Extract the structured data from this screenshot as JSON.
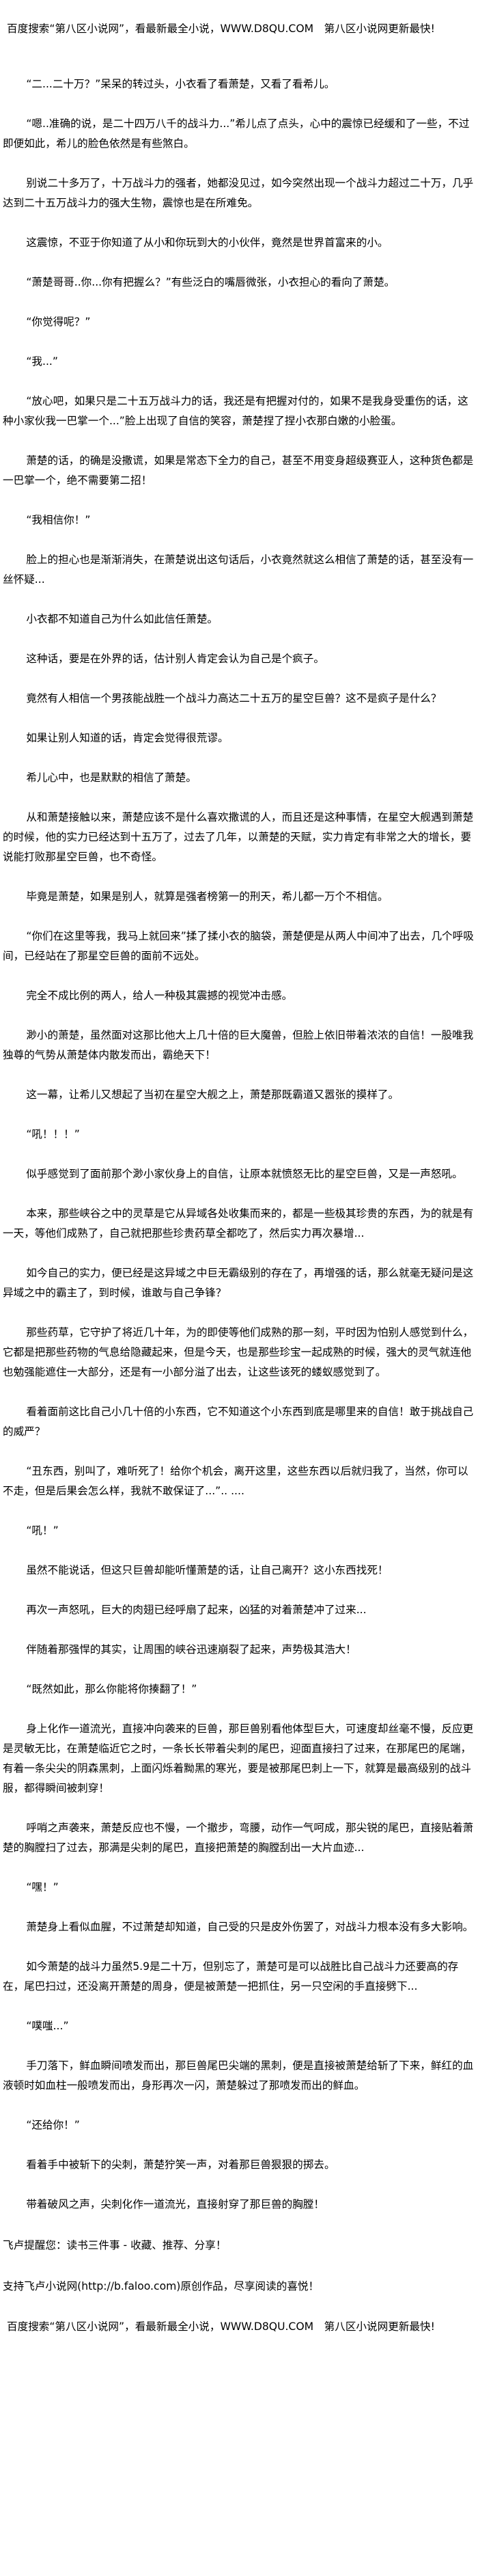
{
  "banner": "百度搜索“第八区小说网”，看最新最全小说，WWW.D8QU.COM　第八区小说网更新最快!",
  "paragraphs": [
    "“二...二十万？”呆呆的转过头，小衣看了看萧楚，又看了看希儿。",
    "“嗯..准确的说，是二十四万八千的战斗力...”希儿点了点头，心中的震惊已经缓和了一些，不过即便如此，希儿的脸色依然是有些煞白。",
    "别说二十多万了，十万战斗力的强者，她都没见过，如今突然出现一个战斗力超过二十万，几乎达到二十五万战斗力的强大生物，震惊也是在所难免。",
    "这震惊，不亚于你知道了从小和你玩到大的小伙伴，竟然是世界首富来的小。",
    "“萧楚哥哥..你...你有把握么？”有些泛白的嘴唇微张，小衣担心的看向了萧楚。",
    "“你觉得呢？”",
    "“我...”",
    "“放心吧，如果只是二十五万战斗力的话，我还是有把握对付的，如果不是我身受重伤的话，这种小家伙我一巴掌一个...”脸上出现了自信的笑容，萧楚捏了捏小衣那白嫩的小脸蛋。",
    "萧楚的话，的确是没撒谎，如果是常态下全力的自己，甚至不用变身超级赛亚人，这种货色都是一巴掌一个，绝不需要第二招！",
    "“我相信你！”",
    "脸上的担心也是渐渐消失，在萧楚说出这句话后，小衣竟然就这么相信了萧楚的话，甚至没有一丝怀疑...",
    "小衣都不知道自己为什么如此信任萧楚。",
    "这种话，要是在外界的话，估计别人肯定会认为自己是个疯子。",
    "竟然有人相信一个男孩能战胜一个战斗力高达二十五万的星空巨兽？这不是疯子是什么？",
    "如果让别人知道的话，肯定会觉得很荒谬。",
    "希儿心中，也是默默的相信了萧楚。",
    "从和萧楚接触以来，萧楚应该不是什么喜欢撒谎的人，而且还是这种事情，在星空大舰遇到萧楚的时候，他的实力已经达到十五万了，过去了几年，以萧楚的天赋，实力肯定有非常之大的增长，要说能打败那星空巨兽，也不奇怪。",
    "毕竟是萧楚，如果是别人，就算是强者榜第一的刑天，希儿都一万个不相信。",
    "“你们在这里等我，我马上就回来”揉了揉小衣的脑袋，萧楚便是从两人中间冲了出去，几个呼吸间，已经站在了那星空巨兽的面前不远处。",
    "完全不成比例的两人，给人一种极其震撼的视觉冲击感。",
    "渺小的萧楚，虽然面对这那比他大上几十倍的巨大魔兽，但脸上依旧带着浓浓的自信！一股唯我独尊的气势从萧楚体内散发而出，霸绝天下！",
    "这一幕，让希儿又想起了当初在星空大舰之上，萧楚那既霸道又嚣张的摸样了。",
    "“吼！！！”",
    "似乎感觉到了面前那个渺小家伙身上的自信，让原本就愤怒无比的星空巨兽，又是一声怒吼。",
    "本来，那些峡谷之中的灵草是它从异域各处收集而来的，都是一些极其珍贵的东西，为的就是有一天，等他们成熟了，自己就把那些珍贵药草全都吃了，然后实力再次暴增...",
    "如今自己的实力，便已经是这异域之中巨无霸级别的存在了，再增强的话，那么就毫无疑问是这异域之中的霸主了，到时候，谁敢与自己争锋？",
    "那些药草，它守护了将近几十年，为的即使等他们成熟的那一刻，平时因为怕别人感觉到什么，它都是把那些药物的气息给隐藏起来，但是今天，也是那些珍宝一起成熟的时候，强大的灵气就连他也勉强能遮住一大部分，还是有一小部分溢了出去，让这些该死的蝼蚁感觉到了。",
    "看着面前这比自己小几十倍的小东西，它不知道这个小东西到底是哪里来的自信！敢于挑战自己的威严？",
    "“丑东西，别叫了，难听死了！给你个机会，离开这里，这些东西以后就归我了，当然，你可以不走，但是后果会怎么样，我就不敢保证了...”.. ....",
    "“吼！”",
    "虽然不能说话，但这只巨兽却能听懂萧楚的话，让自己离开？这小东西找死！",
    "再次一声怒吼，巨大的肉翅已经呼扇了起来，凶猛的对着萧楚冲了过来...",
    "伴随着那强悍的其实，让周围的峡谷迅速崩裂了起来，声势极其浩大！",
    "“既然如此，那么你能将你揍翻了！”",
    "身上化作一道流光，直接冲向袭来的巨兽，那巨兽别看他体型巨大，可速度却丝毫不慢，反应更是灵敏无比，在萧楚临近它之时，一条长长带着尖刺的尾巴，迎面直接扫了过来，在那尾巴的尾端，有着一条尖尖的阴森黑刺，上面闪烁着黝黑的寒光，要是被那尾巴刺上一下，就算是最高级别的战斗服，都得瞬间被刺穿！",
    "呼哨之声袭来，萧楚反应也不慢，一个撤步，弯腰，动作一气呵成，那尖锐的尾巴，直接贴着萧楚的胸膛扫了过去，那满是尖刺的尾巴，直接把萧楚的胸膛刮出一大片血迹...",
    "“嘿！”",
    "萧楚身上看似血腥，不过萧楚却知道，自己受的只是皮外伤罢了，对战斗力根本没有多大影响。",
    "如今萧楚的战斗力虽然5.9是二十万，但别忘了，萧楚可是可以战胜比自己战斗力还要高的存在，尾巴扫过，还没离开萧楚的周身，便是被萧楚一把抓住，另一只空闲的手直接劈下...",
    "“噗嗤...”",
    "手刀落下，鲜血瞬间喷发而出，那巨兽尾巴尖端的黑刺，便是直接被萧楚给斩了下来，鲜红的血液顿时如血柱一般喷发而出，身形再次一闪，萧楚躲过了那喷发而出的鲜血。",
    "“还给你！”",
    "看着手中被斩下的尖刺，萧楚狞笑一声，对着那巨兽狠狠的掷去。",
    "带着破风之声，尖刺化作一道流光，直接射穿了那巨兽的胸膛！"
  ],
  "footer": {
    "reminder": "飞卢提醒您：读书三件事 - 收藏、推荐、分享！",
    "support": "支持飞卢小说网(http://b.faloo.com)原创作品，尽享阅读的喜悦！"
  }
}
